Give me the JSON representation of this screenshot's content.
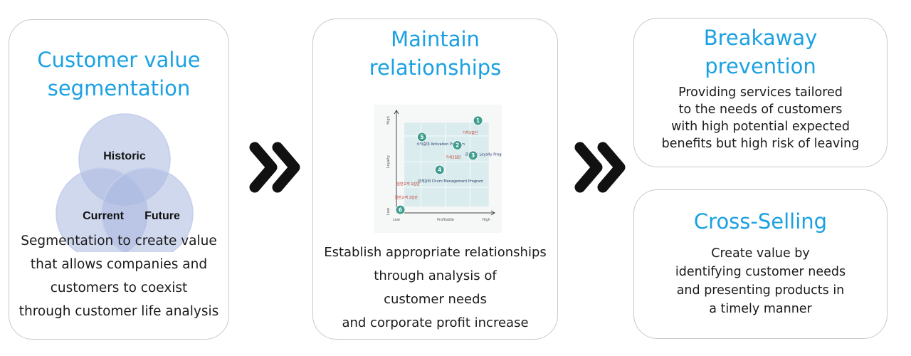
{
  "cards": {
    "segmentation": {
      "title_lines": [
        "Customer value",
        "segmentation"
      ],
      "venn_labels": {
        "historic": "Historic",
        "current": "Current",
        "future": "Future"
      },
      "desc_lines": [
        "Segmentation to create value",
        "that allows companies and",
        "customers to coexist",
        "through customer life analysis"
      ]
    },
    "relationships": {
      "title_lines": [
        "Maintain",
        "relationships"
      ],
      "desc_lines": [
        "Establish appropriate relationships",
        "through analysis of",
        "customer needs",
        "and corporate profit increase"
      ]
    },
    "breakaway": {
      "title_lines": [
        "Breakaway",
        "prevention"
      ],
      "desc_lines": [
        "Providing services tailored",
        "to the needs of customers",
        "with high potential expected",
        "benefits but high risk of leaving"
      ]
    },
    "crossselling": {
      "title_lines": [
        "Cross-Selling"
      ],
      "desc_lines": [
        "Create value by",
        "identifying customer needs",
        "and presenting products in",
        "a timely manner"
      ]
    }
  },
  "colors": {
    "title": "#1ba1e2",
    "venn_fill": "#a9b8e0",
    "venn_stroke": "#c5cfec",
    "arrow": "#111111",
    "chart_point": "#3d9c8d",
    "chart_panel": "#dbecee",
    "chart_red": "#c0392b",
    "chart_navy": "#2c3e6b"
  },
  "chart_data": {
    "type": "scatter",
    "xlabel": "Profitable",
    "ylabel": "Loyalty",
    "x_ticks": [
      "Low",
      "High"
    ],
    "y_ticks": [
      "Low",
      "High"
    ],
    "xlim": [
      0,
      100
    ],
    "ylim": [
      0,
      100
    ],
    "points": [
      {
        "label": "1",
        "x": 83,
        "y": 90
      },
      {
        "label": "2",
        "x": 62,
        "y": 66
      },
      {
        "label": "3",
        "x": 78,
        "y": 56
      },
      {
        "label": "4",
        "x": 44,
        "y": 42
      },
      {
        "label": "5",
        "x": 26,
        "y": 74
      },
      {
        "label": "6",
        "x": 4,
        "y": 3
      }
    ],
    "annotations": [
      {
        "text": "가치1집단",
        "x": 75,
        "y": 77,
        "color": "red"
      },
      {
        "text": "가치2집단",
        "x": 58,
        "y": 53,
        "color": "red"
      },
      {
        "text": "일반고객 1집단",
        "x": 12,
        "y": 27,
        "color": "red"
      },
      {
        "text": "일반고객 2집단",
        "x": 10,
        "y": 14,
        "color": "red"
      },
      {
        "text": "수익증대 Activation Program",
        "x": 45,
        "y": 66,
        "color": "navy"
      },
      {
        "text": "관계강화 Loyalty Program",
        "x": 92,
        "y": 56,
        "color": "navy"
      },
      {
        "text": "관계강화 Churn Management Program",
        "x": 55,
        "y": 30,
        "color": "navy"
      }
    ]
  }
}
